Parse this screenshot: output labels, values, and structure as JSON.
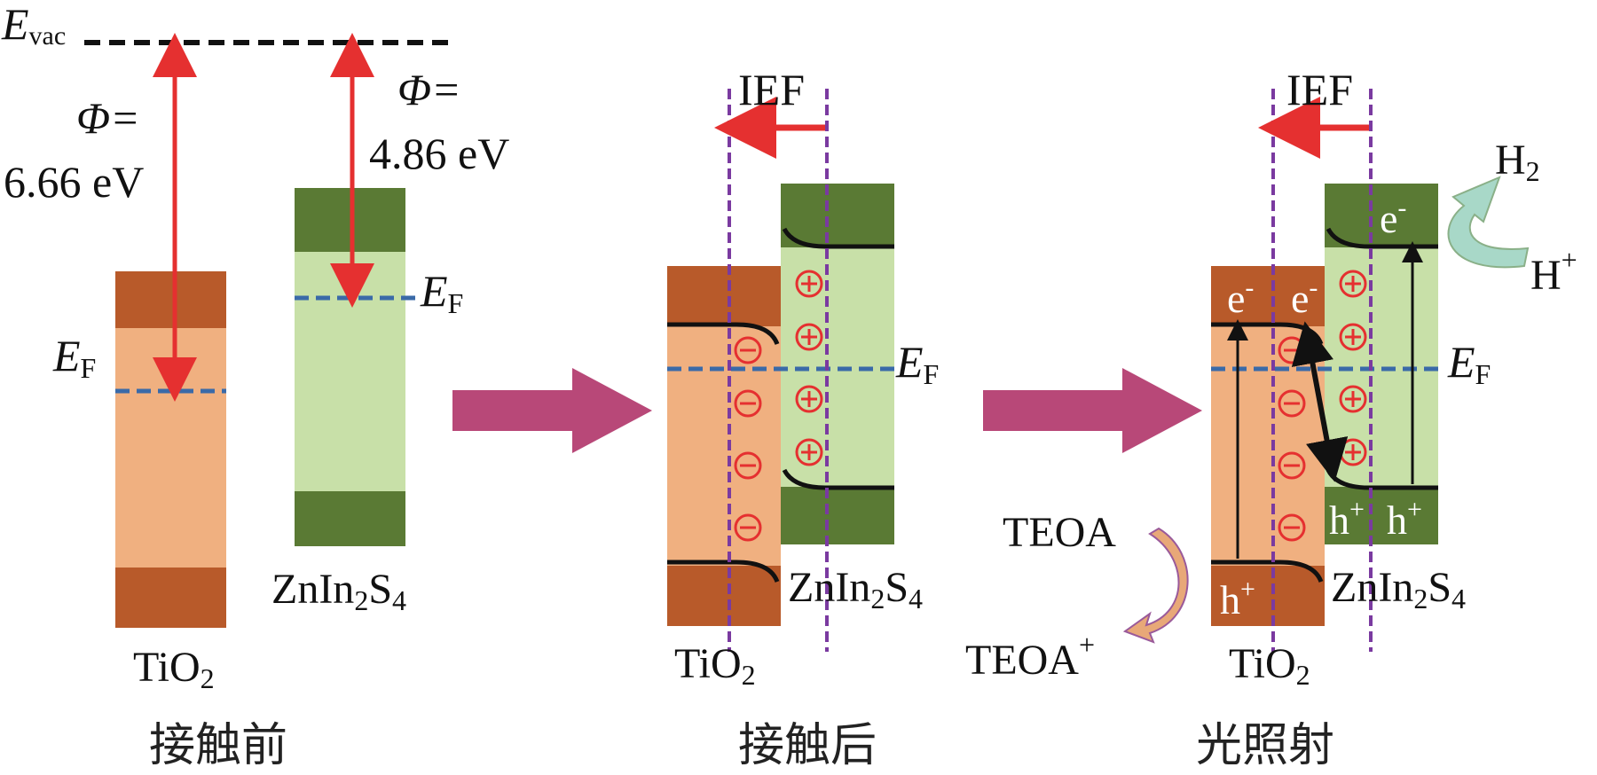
{
  "labels": {
    "evac_main": "E",
    "evac_sub": "vac",
    "phi_tio2_symbol": "Φ=",
    "phi_tio2_value": "6.66 eV",
    "phi_zis_symbol": "Φ=",
    "phi_zis_value": "4.86 eV",
    "ef_main": "E",
    "ef_sub": "F",
    "tio2_main": "TiO",
    "tio2_sub": "2",
    "zis_p1": "ZnIn",
    "zis_sub1": "2",
    "zis_p2": "S",
    "zis_sub2": "4",
    "ief": "IEF",
    "electron": "e",
    "electron_sup": "-",
    "hole": "h",
    "hole_sup": "+",
    "h2_main": "H",
    "h2_sub": "2",
    "hplus_main": "H",
    "hplus_sup": "+",
    "teoa": "TEOA",
    "teoa_plus_main": "TEOA",
    "teoa_plus_sup": "+",
    "minus_sign": "−",
    "plus_sign": "+"
  },
  "captions": {
    "before": "接触前",
    "after": "接触后",
    "light": "光照射"
  },
  "colors": {
    "tio2_dark": "#b85a2a",
    "tio2_light": "#f0b080",
    "zis_dark": "#5a7a34",
    "zis_light": "#c8e0a8",
    "arrow_red": "#e53030",
    "fermi_blue": "#3a6aa8",
    "ief_purple": "#7a3aa0",
    "transition_magenta": "#b84878",
    "teoa_arrow": "#e8a878",
    "h2_arrow": "#a8d8c8"
  }
}
